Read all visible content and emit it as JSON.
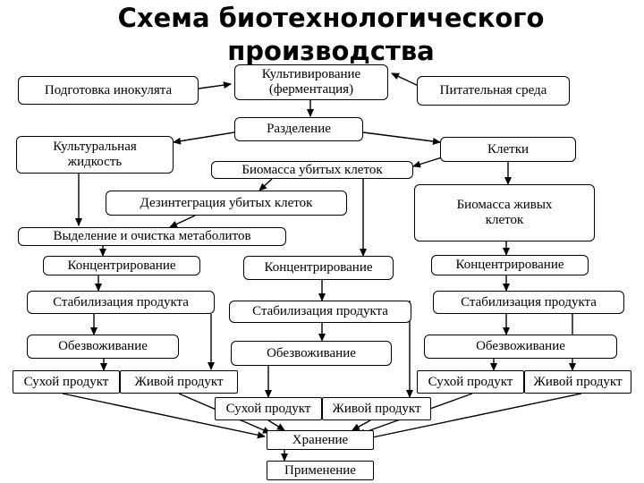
{
  "title": "Схема биотехнологического производства",
  "nodes": {
    "inoculum": "Подготовка инокулята",
    "cultivation": "Культивирование\n(ферментация)",
    "medium": "Питательная среда",
    "separation": "Разделение",
    "liquid": "Культуральная\nжидкость",
    "cells": "Клетки",
    "dead_biomass": "Биомасса убитых клеток",
    "live_biomass": "Биомасса живых\nклеток",
    "disintegration": "Дезинтеграция убитых клеток",
    "isolation": "Выделение и очистка метаболитов",
    "conc_left": "Концентрирование",
    "conc_mid": "Концентрирование",
    "conc_right": "Концентрирование",
    "stab_left": "Стабилизация продукта",
    "stab_mid": "Стабилизация продукта",
    "stab_right": "Стабилизация продукта",
    "dry_left": "Обезвоживание",
    "dry_mid": "Обезвоживание",
    "dry_right": "Обезвоживание",
    "dry_prod_left": "Сухой продукт",
    "live_prod_left": "Живой продукт",
    "dry_prod_mid": "Сухой продукт",
    "live_prod_mid": "Живой продукт",
    "dry_prod_right": "Сухой продукт",
    "live_prod_right": "Живой продукт",
    "storage": "Хранение",
    "application": "Применение"
  }
}
